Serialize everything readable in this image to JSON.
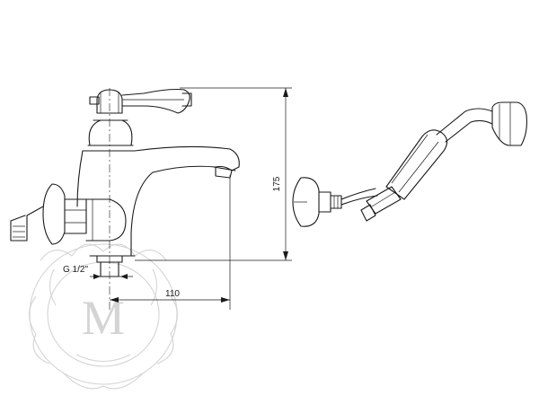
{
  "dimensions": {
    "height_label": "175",
    "reach_label": "110",
    "thread_label": "G 1/2\""
  },
  "parts": {
    "mixer": "mixer-body",
    "shower_holder": "wall-holder",
    "hand_shower": "hand-shower"
  },
  "colors": {
    "line": "#1a1a1a",
    "watermark": "#d4d4d4",
    "background": "#ffffff"
  },
  "watermark": {
    "monogram": "M"
  }
}
